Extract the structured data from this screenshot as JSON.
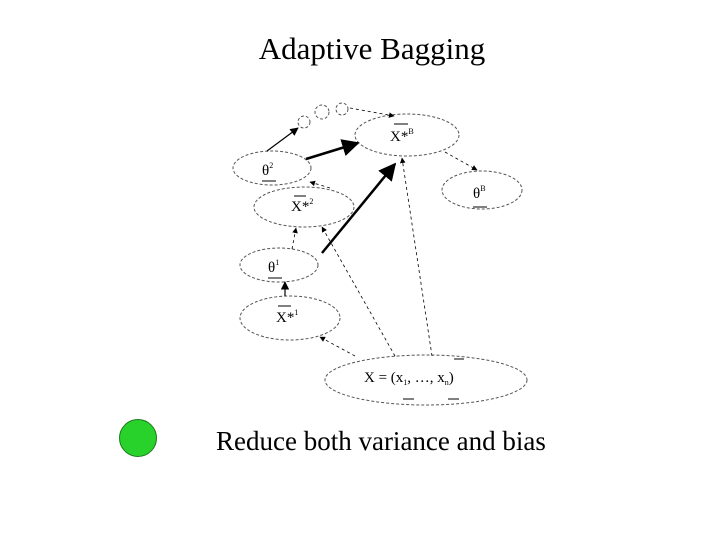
{
  "slide": {
    "title": "Adaptive Bagging",
    "caption": "Reduce both variance and bias",
    "bullet_color": "#28d22b"
  },
  "diagram": {
    "nodes": {
      "xstarB": {
        "main": "X*",
        "sup": "B"
      },
      "theta2": {
        "main": "θ",
        "sup": "2"
      },
      "thetaB": {
        "main": "θ",
        "sup": "B"
      },
      "xstar2": {
        "main": "X*",
        "sup": "2"
      },
      "theta1": {
        "main": "θ",
        "sup": "1"
      },
      "xstar1": {
        "main": "X*",
        "sup": "1"
      },
      "data": {
        "text": "X = (x",
        "sub1": "1",
        "mid": ", …, x",
        "subn": "n",
        "end": ")"
      }
    }
  }
}
